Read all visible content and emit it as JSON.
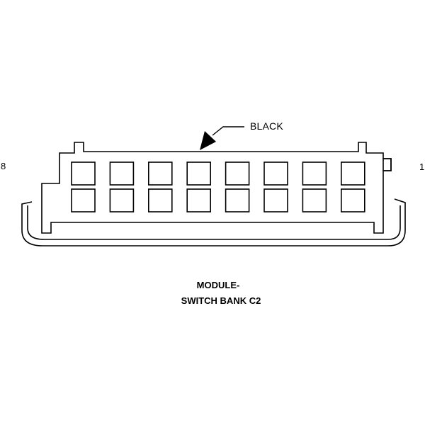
{
  "diagram": {
    "callout_label": "BLACK",
    "pin_left_label": "8",
    "pin_right_label": "1",
    "caption_line1": "MODULE-",
    "caption_line2": "SWITCH BANK C2",
    "line_color": "#000000",
    "background_color": "#ffffff",
    "cavity_rows": 2,
    "cavity_columns": 8
  }
}
